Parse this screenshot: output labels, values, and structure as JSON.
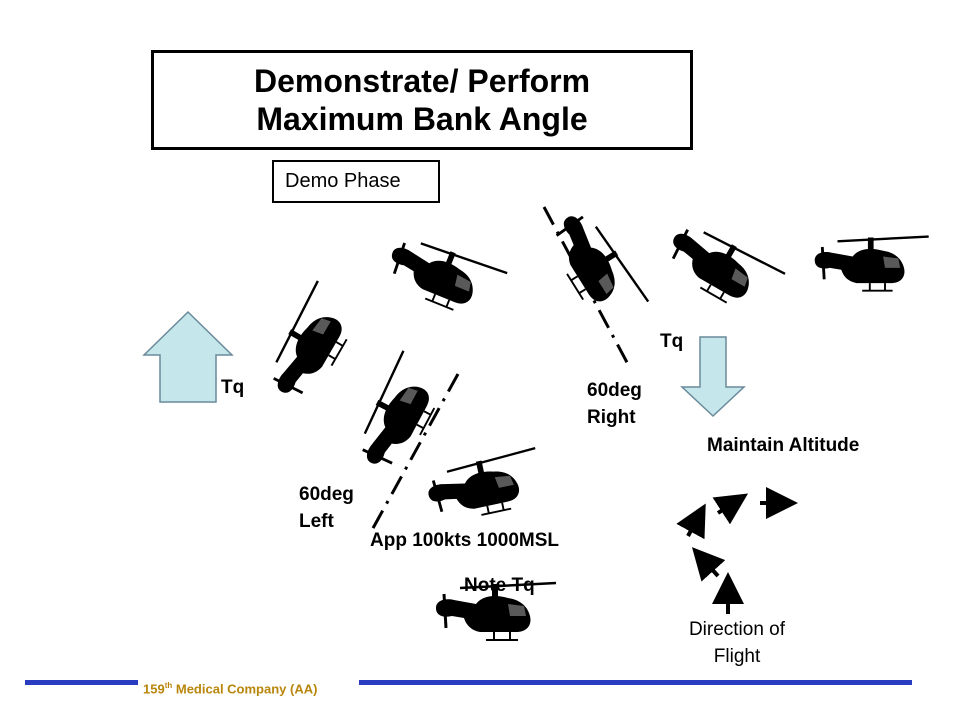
{
  "title": {
    "line1": "Demonstrate/ Perform",
    "line2": "Maximum Bank Angle"
  },
  "phase_label": "Demo Phase",
  "labels": {
    "tq_left": "Tq",
    "tq_right": "Tq",
    "bank_left_1": "60deg",
    "bank_left_2": "Left",
    "bank_right_1": "60deg",
    "bank_right_2": "Right",
    "maintain_altitude": "Maintain Altitude",
    "approach": "App 100kts  1000MSL",
    "note_tq": "Note Tq",
    "direction_1": "Direction of",
    "direction_2": "Flight"
  },
  "footer": {
    "prefix": "159",
    "superscript": "th",
    "suffix": " Medical Company (AA)"
  },
  "colors": {
    "torque_arrow_fill": "#c5e6ea",
    "torque_arrow_stroke": "#6a8a9a",
    "footer_bar": "#2a3dc0",
    "footer_text": "#b8860b",
    "helicopter": "#000000"
  },
  "icons": {
    "helicopter": "helicopter-icon",
    "torque_up": "up-arrow-icon",
    "torque_down": "down-arrow-icon",
    "flight_path": "arrow-icon"
  }
}
